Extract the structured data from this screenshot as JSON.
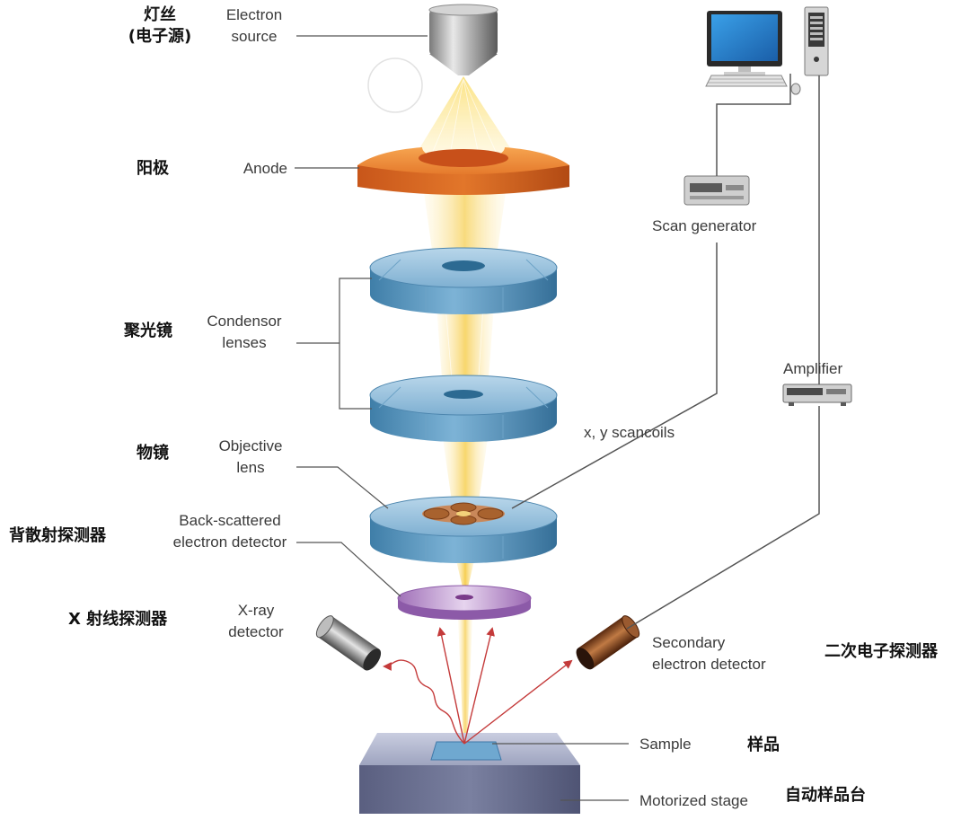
{
  "labels": {
    "electron_source": [
      "Electron",
      "source"
    ],
    "anode": "Anode",
    "condensor_lenses": [
      "Condensor",
      "lenses"
    ],
    "objective_lens": [
      "Objective",
      "lens"
    ],
    "backscattered_detector": [
      "Back-scattered",
      "electron detector"
    ],
    "xray_detector": [
      "X-ray",
      "detector"
    ],
    "scan_generator": "Scan generator",
    "amplifier": "Amplifier",
    "scancoils": "x, y scancoils",
    "secondary_detector": [
      "Secondary",
      "electron detector"
    ],
    "sample": "Sample",
    "motorized_stage": "Motorized stage"
  },
  "labels_zh": {
    "filament": [
      "灯丝",
      "(电子源)"
    ],
    "anode": "阳极",
    "condenser": "聚光镜",
    "objective": "物镜",
    "backscatter_detector": "背散射探测器",
    "xray_detector": "X 射线探测器",
    "secondary_detector": "二次电子探测器",
    "sample": "样品",
    "stage": "自动样品台"
  },
  "colors": {
    "beam": "#f7d56a",
    "anode": "#e2762a",
    "lens": "#5a9ac4",
    "backscatter_detector": "#b88ac8",
    "secondary_detector": "#8a4a22",
    "xray_detector": "#9a9a9a",
    "stage": "#6a7090",
    "sample": "#6fa8d0",
    "emission_arrow": "#c43a3a"
  }
}
